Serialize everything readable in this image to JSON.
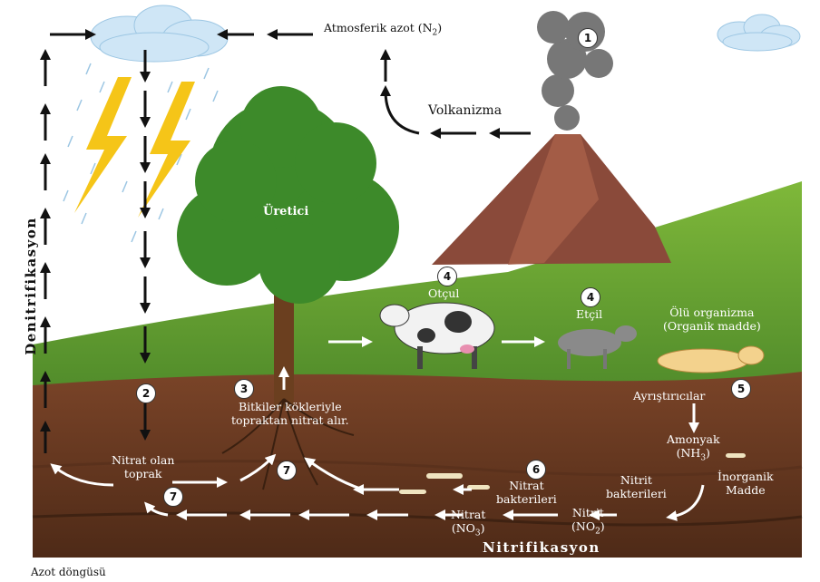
{
  "caption": "Azot döngüsü",
  "labels": {
    "atmospheric": "Atmosferik azot (N",
    "atmospheric_sub": "2",
    "atmospheric_close": ")",
    "volcanism": "Volkanizma",
    "producer": "Üretici",
    "herbivore": "Otçul",
    "carnivore": "Etçil",
    "dead_line1": "Ölü organizma",
    "dead_line2": "(Organik madde)",
    "decomposers": "Ayrıştırıcılar",
    "ammonia_line1": "Amonyak",
    "ammonia_line2": "(NH",
    "ammonia_sub": "3",
    "ammonia_close": ")",
    "inorganic_line1": "İnorganik",
    "inorganic_line2": "Madde",
    "nitrite_bact_line1": "Nitrit",
    "nitrite_bact_line2": "bakterileri",
    "nitrite_line1": "Nitrit",
    "nitrite_line2": "(NO",
    "nitrite_sub": "2",
    "nitrite_close": ")",
    "nitrate_bact_line1": "Nitrat",
    "nitrate_bact_line2": "bakterileri",
    "nitrate_line1": "Nitrat",
    "nitrate_line2": "(NO",
    "nitrate_sub": "3",
    "nitrate_close": ")",
    "soil_line1": "Nitrat olan",
    "soil_line2": "toprak",
    "roots_line1": "Bitkiler kökleriyle",
    "roots_line2": "topraktan nitrat alır.",
    "denitrification": "Denitrifikasyon",
    "nitrification": "Nitrifikasyon"
  },
  "steps": [
    "1",
    "2",
    "3",
    "4",
    "4",
    "5",
    "6",
    "7",
    "7"
  ],
  "colors": {
    "sky": "#ffffff",
    "grass": "#5e9a2e",
    "soil": "#6b3a22",
    "arrow": "#111111",
    "lightning": "#f5c518"
  }
}
